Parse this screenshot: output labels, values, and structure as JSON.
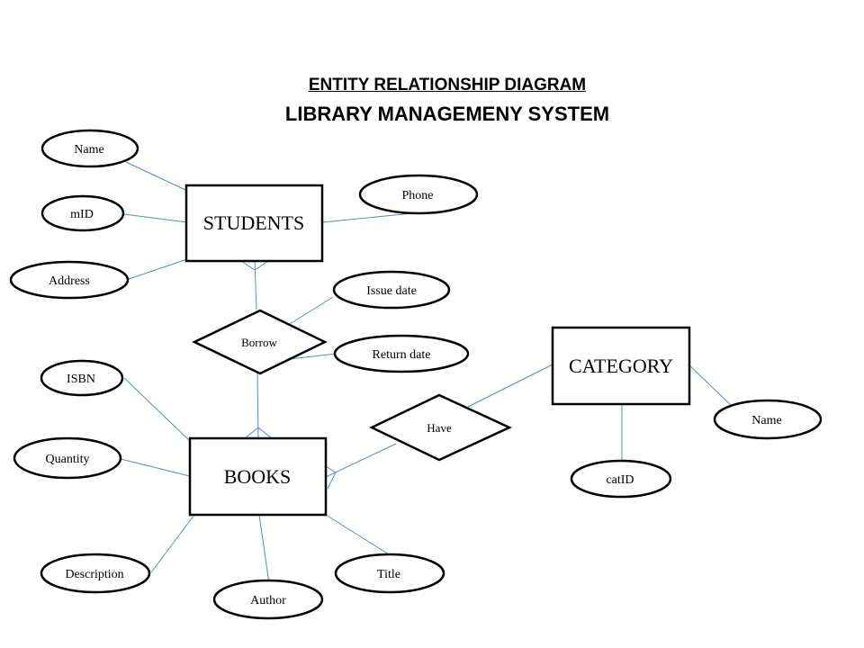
{
  "title": {
    "line1": "ENTITY RELATIONSHIP DIAGRAM",
    "line2": "LIBRARY MANAGEMENY SYSTEM"
  },
  "entities": {
    "students": "STUDENTS",
    "books": "BOOKS",
    "category": "CATEGORY"
  },
  "relationships": {
    "borrow": "Borrow",
    "have": "Have"
  },
  "attributes": {
    "student_name": "Name",
    "student_mid": "mID",
    "student_address": "Address",
    "student_phone": "Phone",
    "issue_date": "Issue  date",
    "return_date": "Return  date",
    "isbn": "ISBN",
    "quantity": "Quantity",
    "description": "Description",
    "author": "Author",
    "title": "Title",
    "category_name": "Name",
    "cat_id": "catID"
  },
  "colors": {
    "connector": "#5b8cc4",
    "outline": "#000000"
  }
}
